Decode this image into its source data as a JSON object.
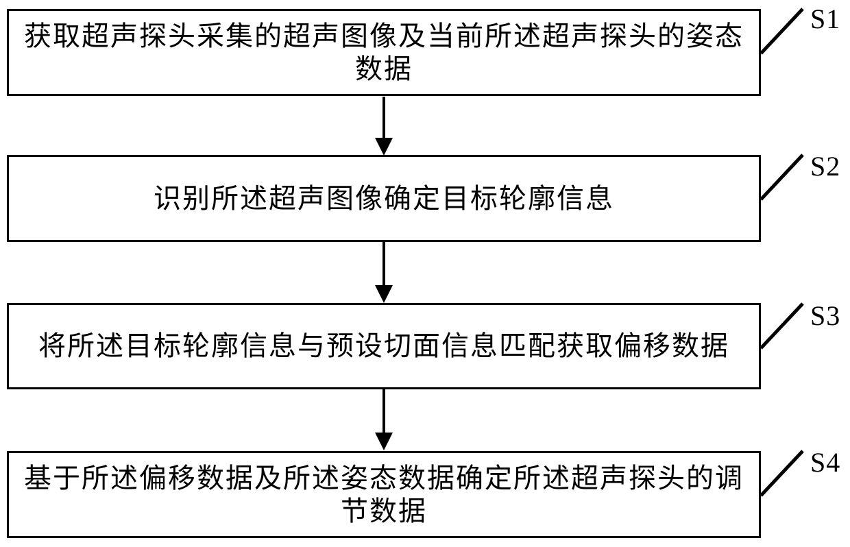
{
  "flowchart": {
    "colors": {
      "stroke": "#000000",
      "fill": "#ffffff",
      "text": "#000000"
    },
    "steps": [
      {
        "label": "S1",
        "text": "获取超声探头采集的超声图像及当前所述超声探头的姿态数据",
        "lines": [
          "获取超声探头采集的超声图像及当前所述超声探头的姿态",
          "数据"
        ]
      },
      {
        "label": "S2",
        "text": "识别所述超声图像确定目标轮廓信息",
        "lines": [
          "识别所述超声图像确定目标轮廓信息"
        ]
      },
      {
        "label": "S3",
        "text": "将所述目标轮廓信息与预设切面信息匹配获取偏移数据",
        "lines": [
          "将所述目标轮廓信息与预设切面信息匹配获取偏移数据"
        ]
      },
      {
        "label": "S4",
        "text": "基于所述偏移数据及所述姿态数据确定所述超声探头的调节数据",
        "lines": [
          "基于所述偏移数据及所述姿态数据确定所述超声探头的调",
          "节数据"
        ]
      }
    ]
  }
}
